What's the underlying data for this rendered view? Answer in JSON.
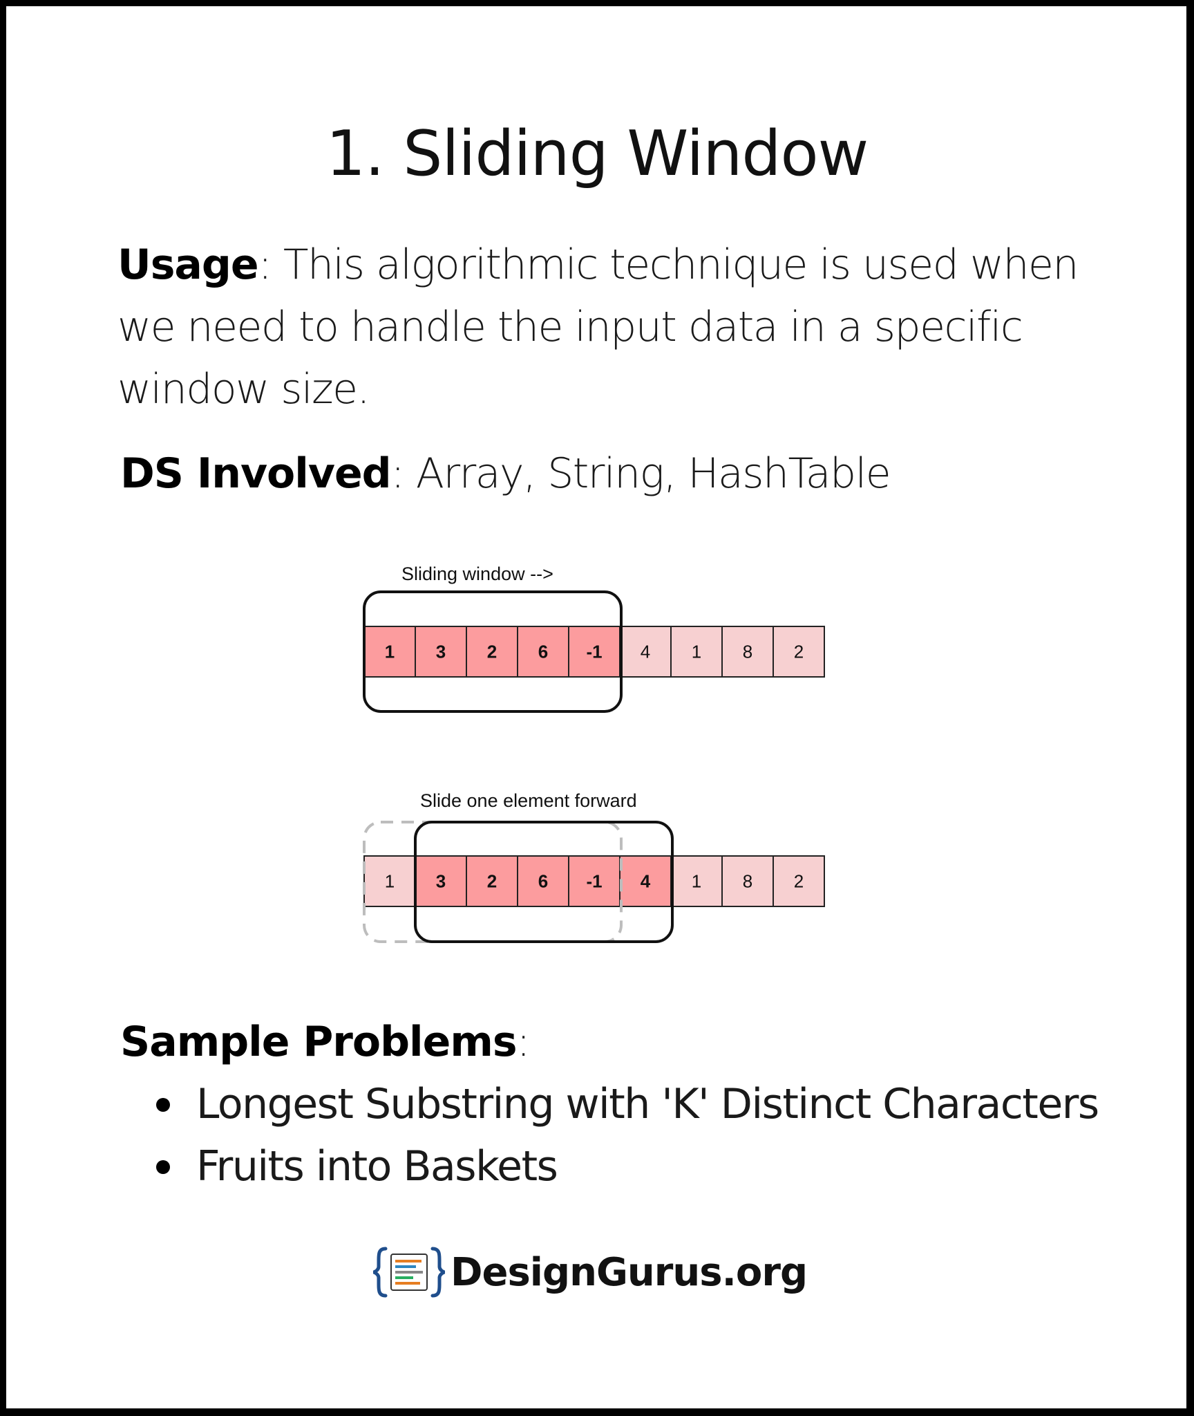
{
  "title": "1. Sliding Window",
  "usage": {
    "label": "Usage",
    "text": ": This algorithmic technique is used when we need to handle the input data in a specific window size."
  },
  "ds": {
    "label": "DS Involved",
    "text": ": Array, String, HashTable"
  },
  "diagram1": {
    "caption": "Sliding window -->",
    "cells": [
      "1",
      "3",
      "2",
      "6",
      "-1",
      "4",
      "1",
      "8",
      "2"
    ],
    "window_start": 0,
    "window_size": 5
  },
  "diagram2": {
    "caption": "Slide one element forward",
    "cells": [
      "1",
      "3",
      "2",
      "6",
      "-1",
      "4",
      "1",
      "8",
      "2"
    ],
    "window_start": 1,
    "window_size": 5,
    "previous_window_start": 0
  },
  "colors": {
    "in_window": "#fc9c9e",
    "out_window": "#f7d0d1",
    "window_border": "#111111",
    "previous_window_border": "#bdbdbd"
  },
  "sample": {
    "label": "Sample Problems",
    "suffix": ":",
    "items": [
      "Longest Substring with 'K' Distinct Characters",
      "Fruits into Baskets"
    ]
  },
  "logo": {
    "text": "DesignGurus.org",
    "icon": "code-braces-icon"
  }
}
